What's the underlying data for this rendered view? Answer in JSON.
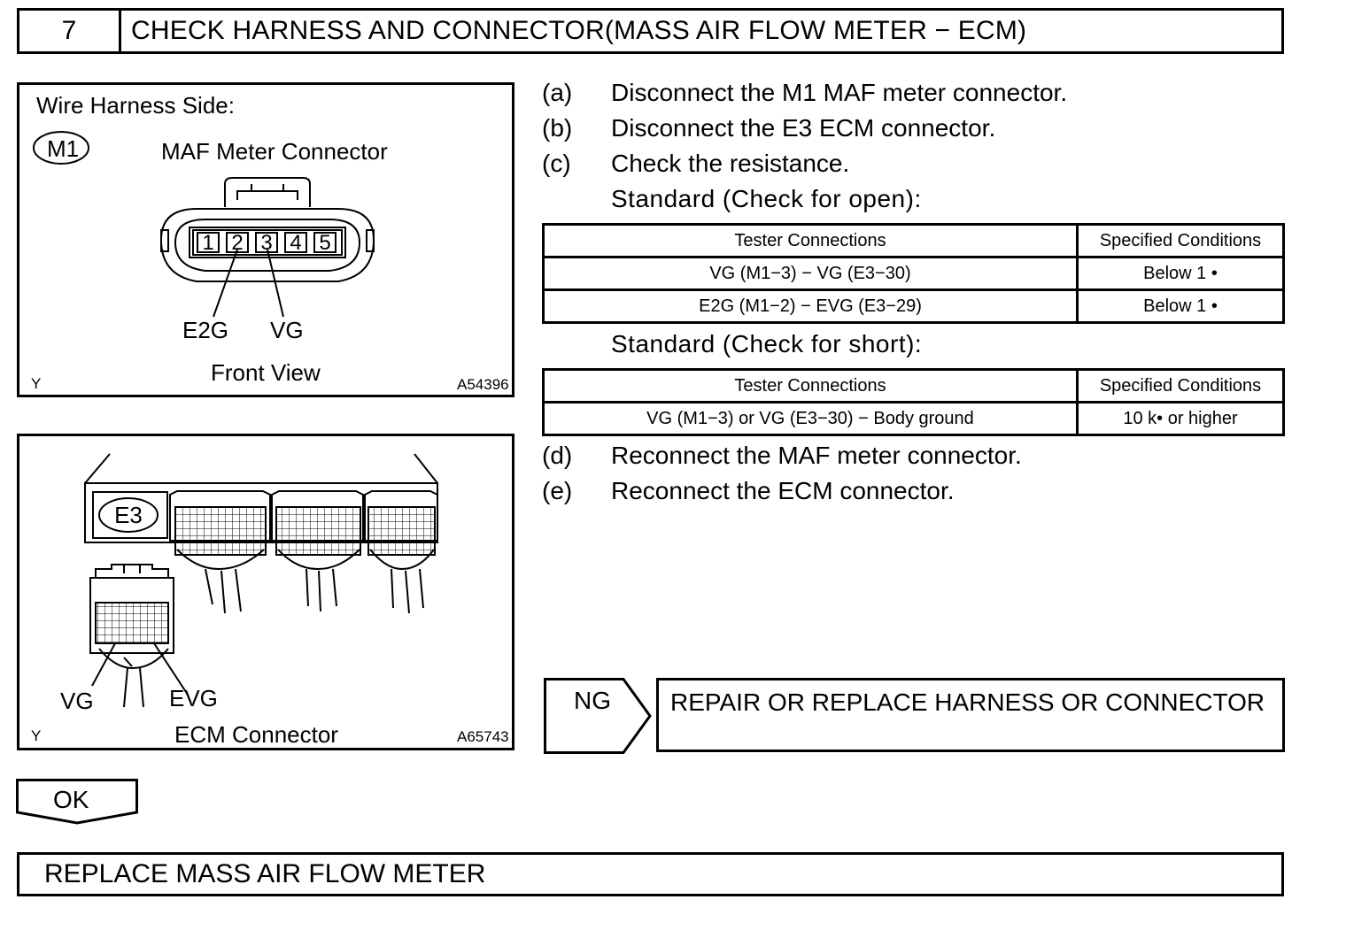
{
  "header": {
    "step_number": "7",
    "title": "CHECK HARNESS AND CONNECTOR(MASS AIR FLOW METER − ECM)"
  },
  "figure_maf": {
    "side_label": "Wire Harness Side:",
    "connector_code": "M1",
    "connector_title": "MAF Meter Connector",
    "pins": [
      "1",
      "2",
      "3",
      "4",
      "5"
    ],
    "pin_label_e2g": "E2G",
    "pin_label_vg": "VG",
    "view_label": "Front View",
    "corner_mark": "Y",
    "figure_id": "A54396"
  },
  "figure_ecm": {
    "connector_code": "E3",
    "pin_label_vg": "VG",
    "pin_label_evg": "EVG",
    "caption": "ECM Connector",
    "corner_mark": "Y",
    "figure_id": "A65743"
  },
  "steps": [
    {
      "letter": "(a)",
      "text": "Disconnect the M1 MAF meter connector."
    },
    {
      "letter": "(b)",
      "text": "Disconnect the E3 ECM connector."
    },
    {
      "letter": "(c)",
      "text": "Check the resistance."
    },
    {
      "letter": "(d)",
      "text": "Reconnect the MAF meter connector."
    },
    {
      "letter": "(e)",
      "text": "Reconnect the ECM connector."
    }
  ],
  "standard_open": {
    "label": "Standard (Check for open):",
    "headers": [
      "Tester Connections",
      "Specified Conditions"
    ],
    "rows": [
      [
        "VG (M1−3) − VG (E3−30)",
        "Below 1 •"
      ],
      [
        "E2G (M1−2) − EVG (E3−29)",
        "Below 1 •"
      ]
    ]
  },
  "standard_short": {
    "label": "Standard (Check for short):",
    "headers": [
      "Tester Connections",
      "Specified Conditions"
    ],
    "rows": [
      [
        "VG (M1−3) or VG (E3−30) − Body ground",
        "10 k•  or higher"
      ]
    ]
  },
  "ng": {
    "label": "NG",
    "result": "REPAIR OR REPLACE HARNESS OR CONNECTOR"
  },
  "ok": {
    "label": "OK",
    "result": "REPLACE MASS AIR FLOW METER"
  }
}
